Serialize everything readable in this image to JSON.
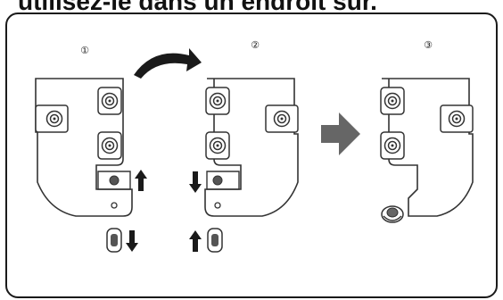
{
  "heading": {
    "text": "utilisez-le dans un endroit sûr."
  },
  "steps": [
    {
      "label": "①"
    },
    {
      "label": "②"
    },
    {
      "label": "③"
    }
  ],
  "colors": {
    "line": "#333333",
    "fill": "#555555",
    "arrow": "#1a1a1a"
  }
}
